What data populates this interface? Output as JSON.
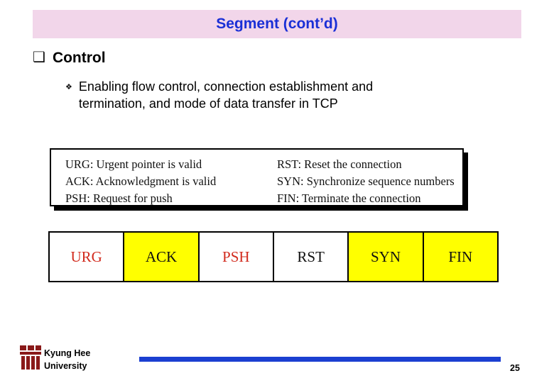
{
  "slide": {
    "title": "Segment (cont’d)",
    "bullet1": {
      "marker": "❑",
      "text": "Control"
    },
    "bullet2": {
      "marker": "❖",
      "line1": "Enabling flow control, connection establishment and",
      "line2": "termination, and mode of data transfer in TCP"
    },
    "legend": {
      "left": [
        "URG: Urgent pointer is valid",
        "ACK: Acknowledgment is valid",
        "PSH: Request for push"
      ],
      "right": [
        "RST: Reset the connection",
        "SYN: Synchronize sequence numbers",
        "FIN: Terminate the connection"
      ]
    },
    "flags": [
      {
        "label": "URG",
        "fill": "white",
        "text_color": "red"
      },
      {
        "label": "ACK",
        "fill": "yellow",
        "text_color": "black"
      },
      {
        "label": "PSH",
        "fill": "white",
        "text_color": "red"
      },
      {
        "label": "RST",
        "fill": "white",
        "text_color": "black"
      },
      {
        "label": "SYN",
        "fill": "yellow",
        "text_color": "black"
      },
      {
        "label": "FIN",
        "fill": "yellow",
        "text_color": "black"
      }
    ],
    "footer": {
      "org_line1": "Kyung Hee",
      "org_line2": "University",
      "page_number": "25"
    },
    "colors": {
      "title_banner": "#f2d6ea",
      "title_text": "#1a2fd6",
      "flag_highlight": "#ffff00",
      "flag_accent_text": "#d22b1e",
      "footer_rule": "#1b3fd1",
      "logo": "#8a1a1a"
    }
  }
}
